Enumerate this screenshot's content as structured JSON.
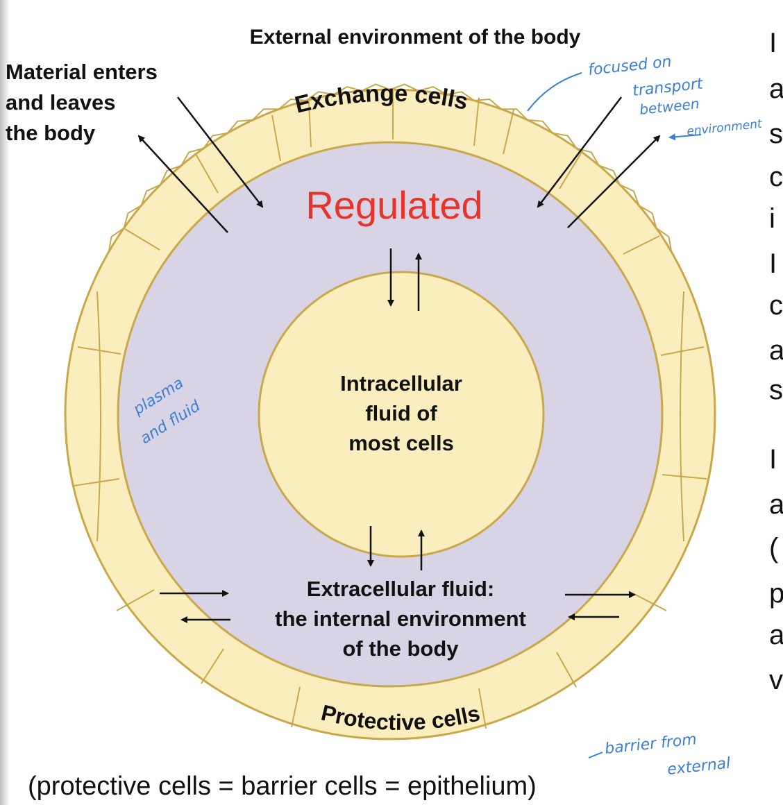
{
  "labels": {
    "external": "External environment of the body",
    "material_1": "Material enters",
    "material_2": "and leaves",
    "material_3": "the body",
    "exchange": "Exchange cells",
    "regulated": "Regulated",
    "icf_1": "Intracellular",
    "icf_2": "fluid of",
    "icf_3": "most cells",
    "ecf_1": "Extracellular fluid:",
    "ecf_2": "the internal environment",
    "ecf_3": "of the body",
    "protective": "Protective cells",
    "footer": "(protective cells = barrier cells = epithelium)"
  },
  "annotations": {
    "focused_1": "focused on",
    "focused_2": "transport",
    "focused_3": "between",
    "focused_4": "environment",
    "plasma_1": "plasma",
    "plasma_2": "and fluid",
    "barrier_1": "barrier from",
    "barrier_2": "external"
  },
  "right_edge_letters": [
    "I",
    "a",
    "s",
    "c",
    "i",
    "I",
    "c",
    "a",
    "s",
    "I",
    "a",
    "(",
    "p",
    "a",
    "v"
  ],
  "colors": {
    "ecf_fill": "#d9d3e6",
    "cell_fill": "#fbeebe",
    "cell_stroke": "#c9a84a",
    "regulated_text": "#e8332a",
    "annotation_ink": "#3b7fd4"
  }
}
